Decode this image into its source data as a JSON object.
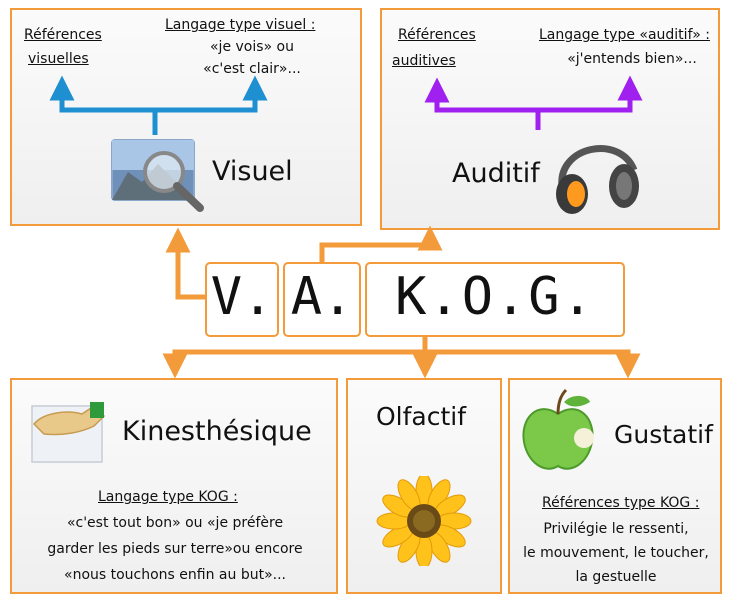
{
  "visuel": {
    "ref_line1": "Références",
    "ref_line2": "visuelles",
    "lang_title": "Langage type visuel :",
    "lang_line1": "«je vois» ou",
    "lang_line2": "«c'est clair»...",
    "title": "Visuel",
    "icon": "magnifier-photo-icon"
  },
  "auditif": {
    "ref_line1": "Références",
    "ref_line2": "auditives",
    "lang_title": "Langage type «auditif» :",
    "lang_line1": "«j'entends bien»...",
    "title": "Auditif",
    "icon": "headphones-icon"
  },
  "vakog": {
    "part1": "V.",
    "part2": "A.",
    "part3": "K.O.G."
  },
  "kinesthesique": {
    "title": "Kinesthésique",
    "lang_title": "Langage type KOG :",
    "line1": "«c'est tout bon» ou «je préfère",
    "line2": "garder les pieds sur terre»ou encore",
    "line3": "«nous touchons enfin au but»...",
    "icon": "hand-touch-icon"
  },
  "olfactif": {
    "title": "Olfactif",
    "icon": "sunflower-icon"
  },
  "gustatif": {
    "title": "Gustatif",
    "ref_title": "Références type KOG :",
    "line1": "Privilégie le ressenti,",
    "line2": "le mouvement, le toucher,",
    "line3": "la gestuelle",
    "icon": "apple-icon"
  },
  "colors": {
    "box_border": "#f39a3a",
    "arrow_orange": "#f39a3a",
    "arrow_blue": "#1e8fd0",
    "arrow_purple": "#a020f0"
  }
}
